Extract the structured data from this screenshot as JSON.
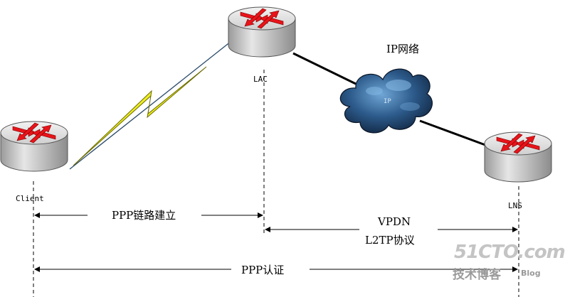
{
  "nodes": {
    "client": "Client",
    "lac": "LAC",
    "lns": "LNS"
  },
  "cloud_label": "IP",
  "network_label": "IP网络",
  "spans": {
    "ppp_link": "PPP链路建立",
    "vpdn": "VPDN",
    "l2tp": "L2TP协议",
    "ppp_auth": "PPP认证"
  },
  "watermark": {
    "site": "51CTO.com",
    "tagline": "技术博客",
    "blog": "Blog"
  },
  "colors": {
    "router_body": "#c8c8c8",
    "router_arrow": "#e8141a",
    "lightning": "#ffff00",
    "cloud": "#1e3a5f",
    "watermark": "#bfbfbf"
  },
  "icons": [
    "router-icon",
    "cloud-icon",
    "lightning-icon"
  ]
}
